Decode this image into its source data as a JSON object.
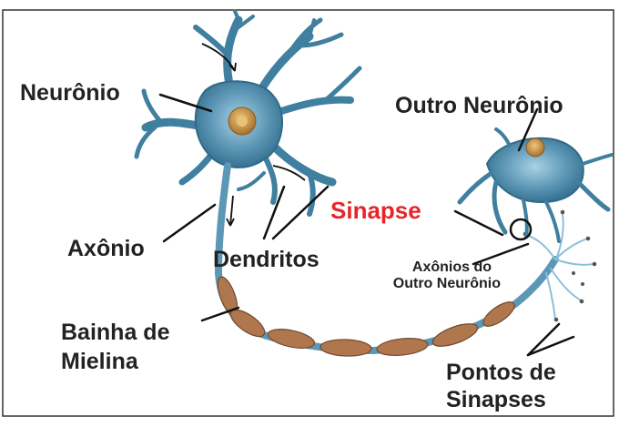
{
  "labels": {
    "neuronio": "Neurônio",
    "outro_neuronio": "Outro Neurônio",
    "sinapse": "Sinapse",
    "axonio": "Axônio",
    "dendritos": "Dendritos",
    "axonios_do_line1": "Axônios do",
    "axonios_do_line2": "Outro Neurônio",
    "bainha_line1": "Bainha de",
    "bainha_line2": "Mielina",
    "pontos_line1": "Pontos de",
    "pontos_line2": "Sinapses"
  },
  "colors": {
    "cell": "#4a88a8",
    "cell_dark": "#2f6a8a",
    "cell_light": "#8cc0d8",
    "nucleus": "#c59a4e",
    "myelin": "#b0764e",
    "sinapse_label": "#e4262a",
    "text": "#222222"
  }
}
